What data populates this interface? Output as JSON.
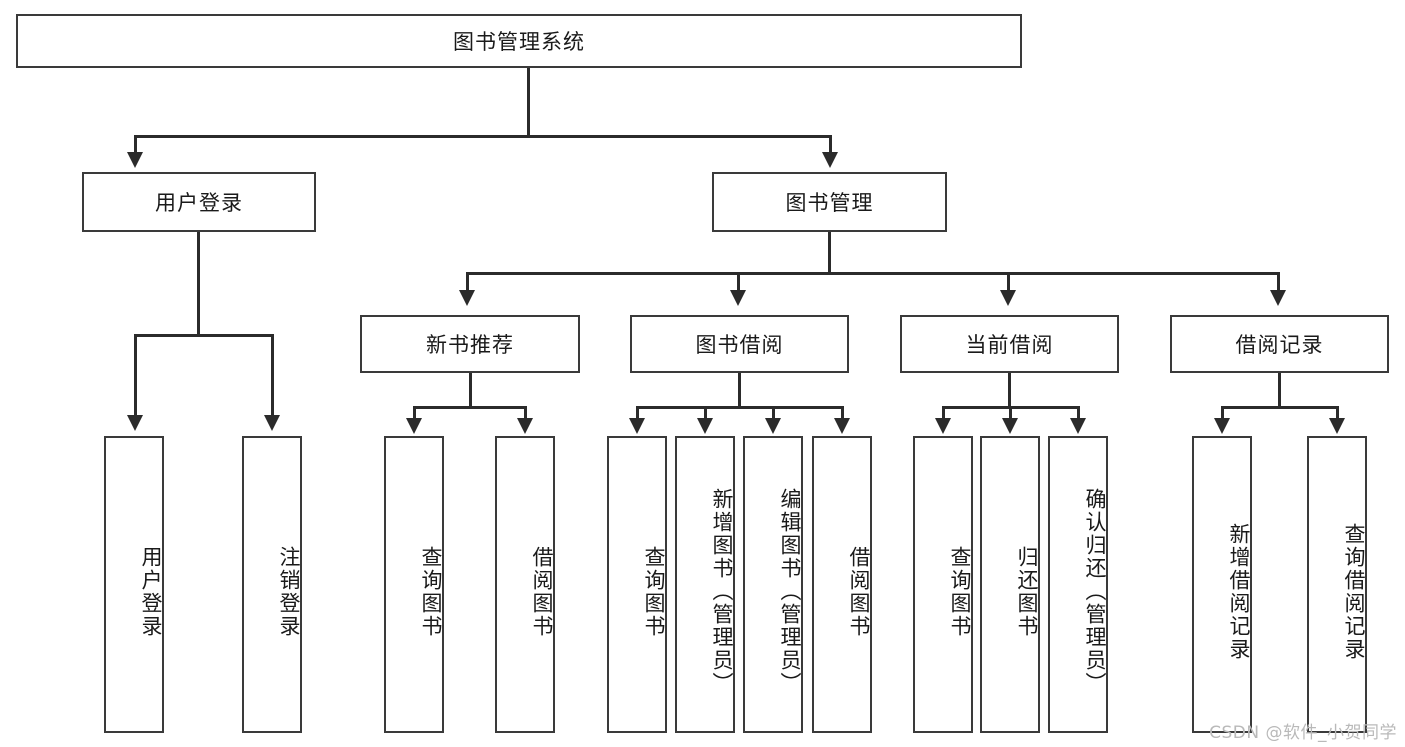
{
  "diagram": {
    "type": "tree-hierarchy",
    "title": "图书管理系统",
    "watermark": "CSDN @软件_小贺同学",
    "root": {
      "id": "root",
      "label": "图书管理系统"
    },
    "level2": [
      {
        "id": "user-login",
        "label": "用户登录"
      },
      {
        "id": "book-manage",
        "label": "图书管理"
      }
    ],
    "level3": [
      {
        "id": "new-book-rec",
        "label": "新书推荐",
        "parent": "book-manage"
      },
      {
        "id": "book-borrow",
        "label": "图书借阅",
        "parent": "book-manage"
      },
      {
        "id": "current-borrow",
        "label": "当前借阅",
        "parent": "book-manage"
      },
      {
        "id": "borrow-record",
        "label": "借阅记录",
        "parent": "book-manage"
      }
    ],
    "leaves": [
      {
        "id": "leaf-user-login",
        "label": "用户登录",
        "parent": "user-login"
      },
      {
        "id": "leaf-logout-login",
        "label": "注销登录",
        "parent": "user-login"
      },
      {
        "id": "leaf-query-book-1",
        "label": "查询图书",
        "parent": "new-book-rec"
      },
      {
        "id": "leaf-borrow-book-1",
        "label": "借阅图书",
        "parent": "new-book-rec"
      },
      {
        "id": "leaf-query-book-2",
        "label": "查询图书",
        "parent": "book-borrow"
      },
      {
        "id": "leaf-add-book",
        "label": "新增图书（管理员）",
        "parent": "book-borrow"
      },
      {
        "id": "leaf-edit-book",
        "label": "编辑图书（管理员）",
        "parent": "book-borrow"
      },
      {
        "id": "leaf-borrow-book-2",
        "label": "借阅图书",
        "parent": "book-borrow"
      },
      {
        "id": "leaf-query-book-3",
        "label": "查询图书",
        "parent": "current-borrow"
      },
      {
        "id": "leaf-return-book",
        "label": "归还图书",
        "parent": "current-borrow"
      },
      {
        "id": "leaf-confirm-return",
        "label": "确认归还（管理员）",
        "parent": "current-borrow"
      },
      {
        "id": "leaf-add-record",
        "label": "新增借阅记录",
        "parent": "borrow-record"
      },
      {
        "id": "leaf-query-record",
        "label": "查询借阅记录",
        "parent": "borrow-record"
      }
    ],
    "colors": {
      "stroke": "#3a3a3a",
      "line": "#2b2b2b",
      "fill": "#ffffff",
      "text": "#1a1a1a",
      "watermark": "#b9b9b9"
    }
  }
}
